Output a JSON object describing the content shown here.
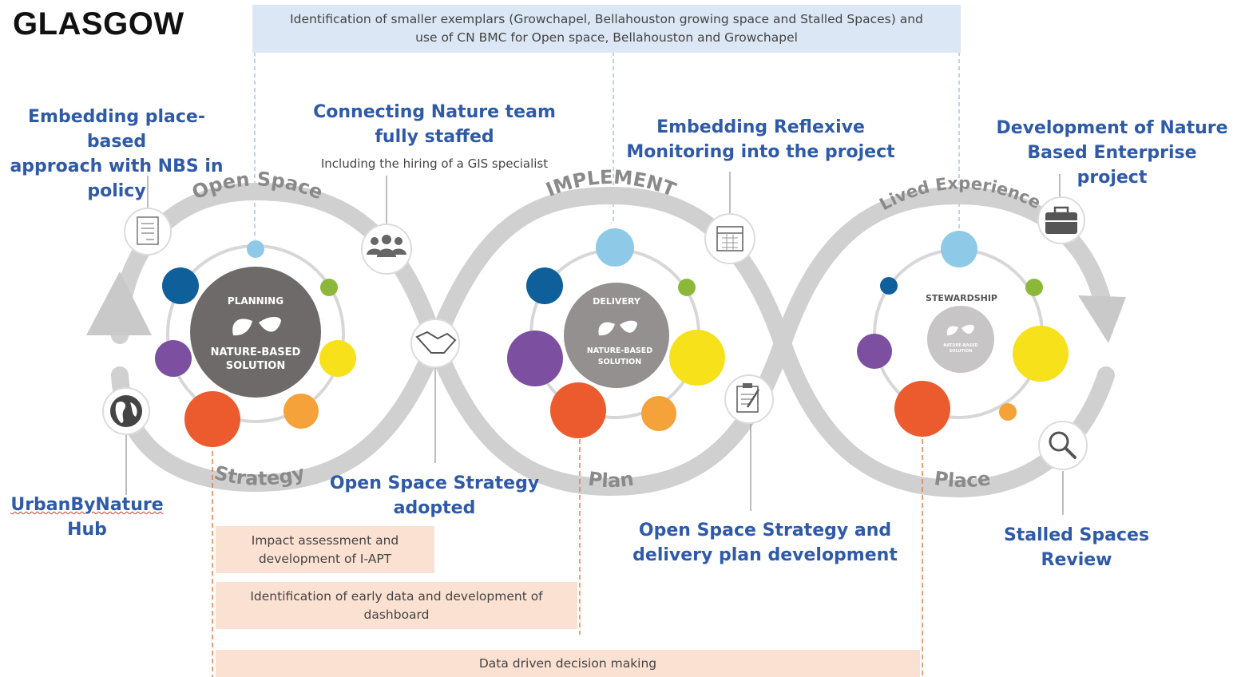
{
  "title": "GLASGOW",
  "top_box": {
    "line1": "Identification of smaller exemplars (Growchapel, Bellahouston growing space and Stalled Spaces) and",
    "line2": "use of CN BMC for Open space, Bellahouston and Growchapel"
  },
  "loop_labels": {
    "open_space": "Open Space",
    "implement": "IMPLEMENT",
    "lived_experience": "Lived Experience",
    "strategy": "Strategy",
    "plan": "Plan",
    "place": "Place"
  },
  "hubs": {
    "planning": {
      "top": "PLANNING",
      "line1": "NATURE-BASED",
      "line2": "SOLUTION"
    },
    "delivery": {
      "top": "DELIVERY",
      "line1": "NATURE-BASED",
      "line2": "SOLUTION"
    },
    "stewardship": {
      "top": "STEWARDSHIP",
      "line1": "NATURE-BASED",
      "line2": "SOLUTION"
    }
  },
  "labels": {
    "embedding_policy": {
      "l1": "Embedding place-based",
      "l2": "approach with NBS in",
      "l3": "policy"
    },
    "cn_team": {
      "l1": "Connecting Nature team",
      "l2": "fully staffed"
    },
    "gis": "Including the hiring of a GIS specialist",
    "reflexive": {
      "l1": "Embedding Reflexive",
      "l2": "Monitoring into the project"
    },
    "nbe": {
      "l1": "Development of Nature",
      "l2": "Based Enterprise project"
    },
    "urban_hub": {
      "l1": "UrbanByNature",
      "l2": "Hub"
    },
    "oss_adopted": {
      "l1": "Open Space Strategy",
      "l2": "adopted"
    },
    "oss_delivery": {
      "l1": "Open Space Strategy and",
      "l2": "delivery plan development"
    },
    "stalled": "Stalled Spaces Review"
  },
  "bottom_boxes": {
    "impact": {
      "l1": "Impact assessment and",
      "l2": "development of I-APT"
    },
    "early_data": {
      "l1": "Identification of early data and development of",
      "l2": "dashboard"
    },
    "data_driven": "Data driven decision making"
  },
  "icons": [
    "document-icon",
    "team-icon",
    "handshake-icon",
    "calendar-icon",
    "briefcase-icon",
    "globe-icon",
    "clipboard-icon",
    "magnifier-icon"
  ],
  "colors": {
    "label_blue": "#2f5aa8",
    "loop_grey": "#d0d0d0",
    "dot_blue_dark": "#0f5f9a",
    "dot_blue_light": "#8ec9e8",
    "dot_green": "#8cb83a",
    "dot_yellow": "#f7e11b",
    "dot_orange_light": "#f6a23a",
    "dot_orange": "#ec5b2d",
    "dot_purple": "#7d4fa1",
    "peach_box": "#fbe1d2",
    "blue_box": "#dbe7f5"
  }
}
